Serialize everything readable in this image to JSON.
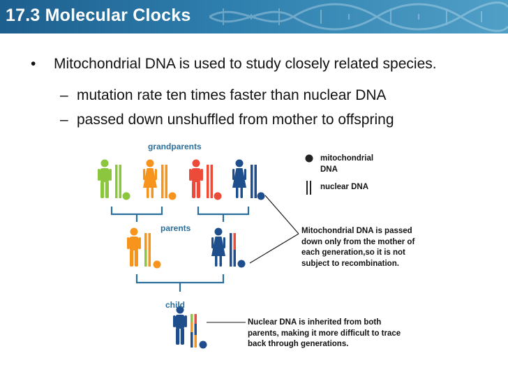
{
  "header": {
    "title": "17.3 Molecular Clocks"
  },
  "bullets": {
    "main": {
      "marker": "•",
      "text": "Mitochondrial DNA is used to study closely related species."
    },
    "subs": [
      {
        "marker": "–",
        "text": "mutation rate ten times faster than nuclear DNA"
      },
      {
        "marker": "–",
        "text": "passed down unshuffled from mother to offspring"
      }
    ]
  },
  "diagram": {
    "labels": {
      "grandparents": "grandparents",
      "parents": "parents",
      "child": "child"
    },
    "legend": {
      "mitochondrial": "mitochondrial DNA",
      "nuclear": "nuclear DNA"
    },
    "notes": {
      "mitochondrial": "Mitochondrial DNA is passed down only from the mother of each generation,so it is not subject to recombination.",
      "nuclear": "Nuclear DNA is inherited from both parents, making it more difficult to trace back through generations."
    },
    "colors": {
      "green": "#8cc63f",
      "orange": "#f7941d",
      "red": "#ed4b3a",
      "blue": "#1f4e8c",
      "bracket": "#2a6f9c",
      "label": "#2a6f9c",
      "header": "#2f7fae"
    }
  }
}
